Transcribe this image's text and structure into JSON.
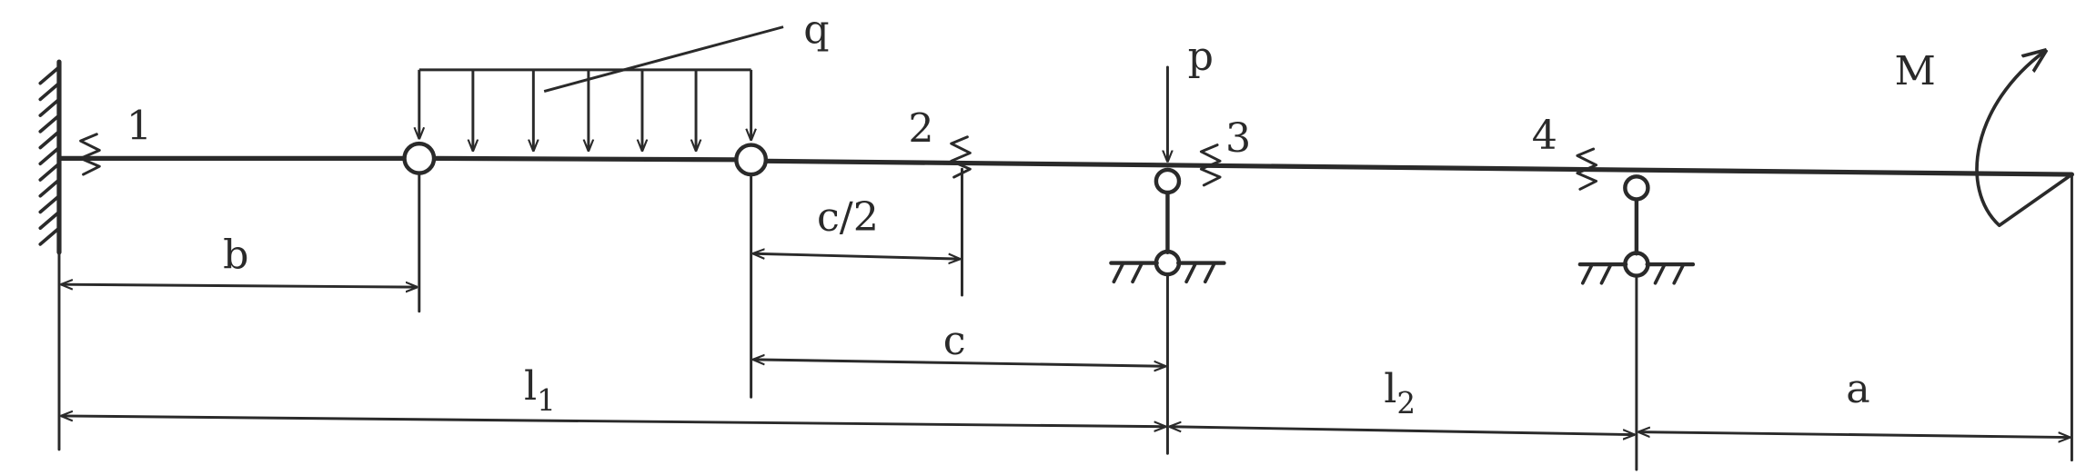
{
  "labels": {
    "load_q": "q",
    "force_p": "p",
    "moment": "M",
    "section_1": "1",
    "section_2": "2",
    "section_3": "3",
    "section_4": "4",
    "dim_b": "b",
    "dim_c_half": "c/2",
    "dim_c": "c",
    "dim_l1_base": "l",
    "dim_l1_sub": "1",
    "dim_l2_base": "l",
    "dim_l2_sub": "2",
    "dim_a": "a"
  },
  "colors": {
    "ink": "#2a2a2a",
    "background": "#ffffff"
  }
}
